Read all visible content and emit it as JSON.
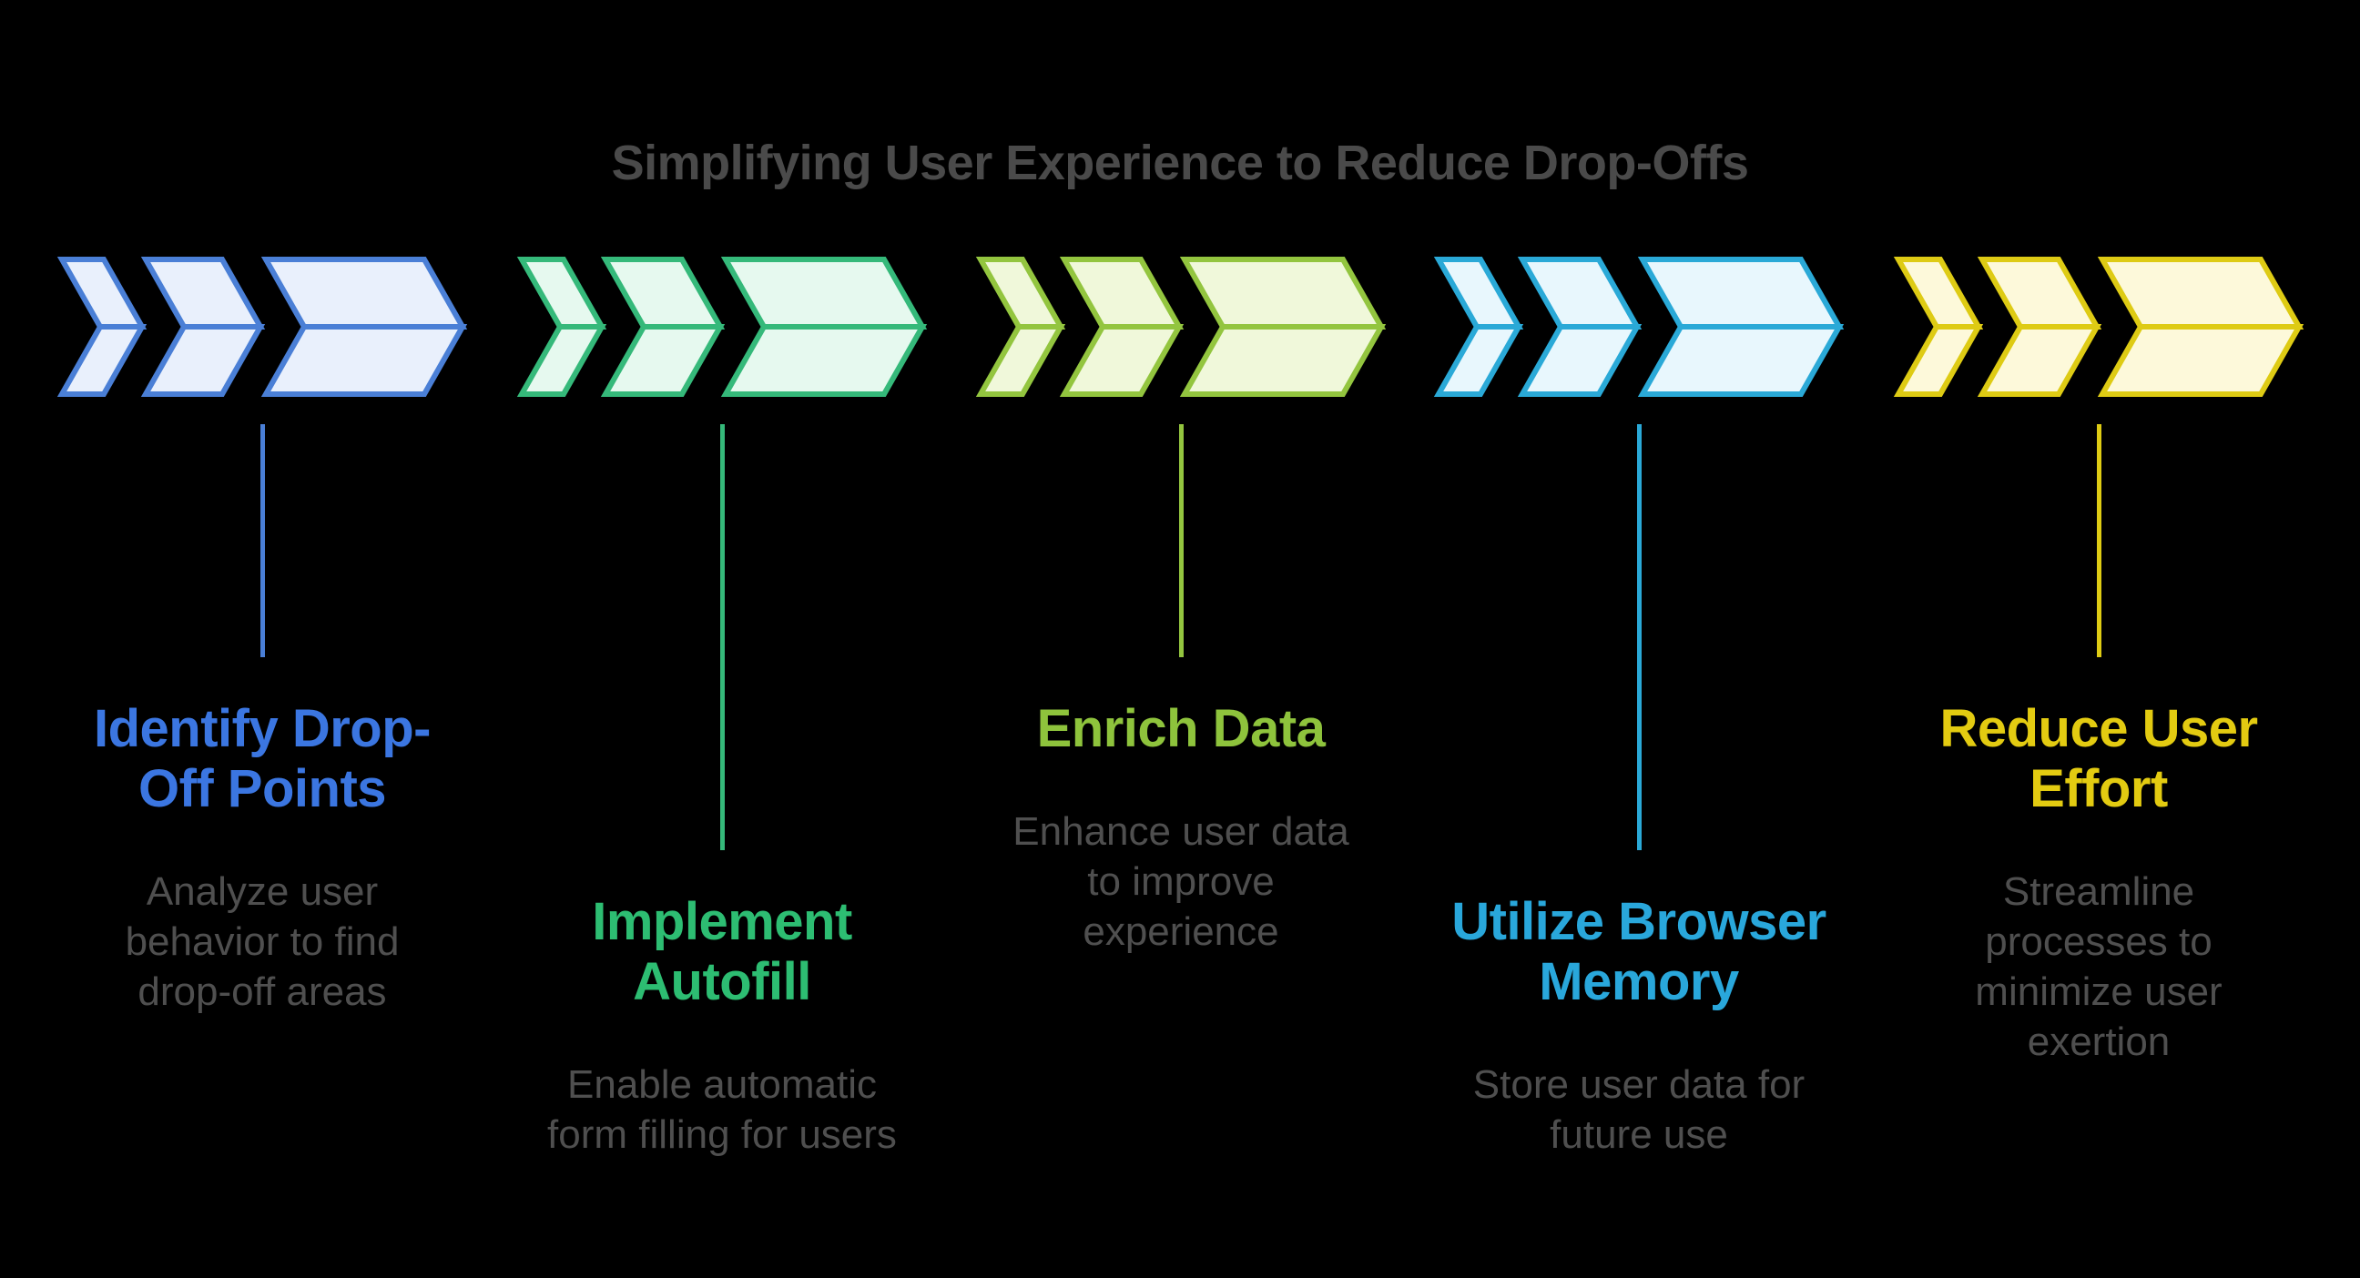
{
  "background": "#000000",
  "title": {
    "text": "Simplifying User Experience to Reduce Drop-Offs",
    "color": "#4a4a4a"
  },
  "description_color": "#4f4f4f",
  "steps": [
    {
      "name": "identify-drop-off-points",
      "heading_lines": [
        "Identify Drop-",
        "Off Points"
      ],
      "description_lines": [
        "Analyze user",
        "behavior to find",
        "drop-off areas"
      ],
      "heading_color": "#3b76e1",
      "stroke": "#4a7fd6",
      "fill": "#e9f0fc"
    },
    {
      "name": "implement-autofill",
      "heading_lines": [
        "Implement",
        "Autofill"
      ],
      "description_lines": [
        "Enable automatic",
        "form filling for users"
      ],
      "heading_color": "#2dbd72",
      "stroke": "#35b97a",
      "fill": "#e6f9ef"
    },
    {
      "name": "enrich-data",
      "heading_lines": [
        "Enrich Data"
      ],
      "description_lines": [
        "Enhance user data",
        "to improve",
        "experience"
      ],
      "heading_color": "#8ec33c",
      "stroke": "#93c53f",
      "fill": "#f0f8da"
    },
    {
      "name": "utilize-browser-memory",
      "heading_lines": [
        "Utilize Browser",
        "Memory"
      ],
      "description_lines": [
        "Store user data for",
        "future use"
      ],
      "heading_color": "#29a7db",
      "stroke": "#2aa9d7",
      "fill": "#e8f7fd"
    },
    {
      "name": "reduce-user-effort",
      "heading_lines": [
        "Reduce User",
        "Effort"
      ],
      "description_lines": [
        "Streamline",
        "processes to",
        "minimize user",
        "exertion"
      ],
      "heading_color": "#e3cb11",
      "stroke": "#decb14",
      "fill": "#fdf9da"
    }
  ]
}
